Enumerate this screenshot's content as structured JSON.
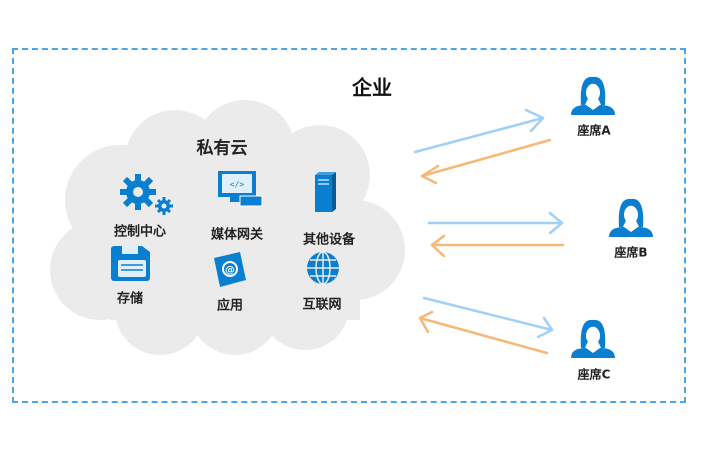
{
  "enterprise_label": "企业",
  "private_cloud": {
    "label": "私有云",
    "items": [
      {
        "label": "控制中心",
        "icon": "gears-icon"
      },
      {
        "label": "媒体网关",
        "icon": "monitor-code-icon"
      },
      {
        "label": "其他设备",
        "icon": "server-icon"
      },
      {
        "label": "存储",
        "icon": "floppy-disk-icon"
      },
      {
        "label": "应用",
        "icon": "notebook-at-icon"
      },
      {
        "label": "互联网",
        "icon": "globe-icon"
      }
    ]
  },
  "agents": [
    {
      "label": "座席A",
      "icon": "agent-headset-icon"
    },
    {
      "label": "座席B",
      "icon": "agent-headset-icon"
    },
    {
      "label": "座席C",
      "icon": "agent-headset-icon"
    }
  ],
  "colors": {
    "icon": "#0a7fd0",
    "border": "#4aa6e8",
    "arrow_out": "#9fd0f5",
    "arrow_in": "#f5b877",
    "cloud": "#ebebeb"
  }
}
